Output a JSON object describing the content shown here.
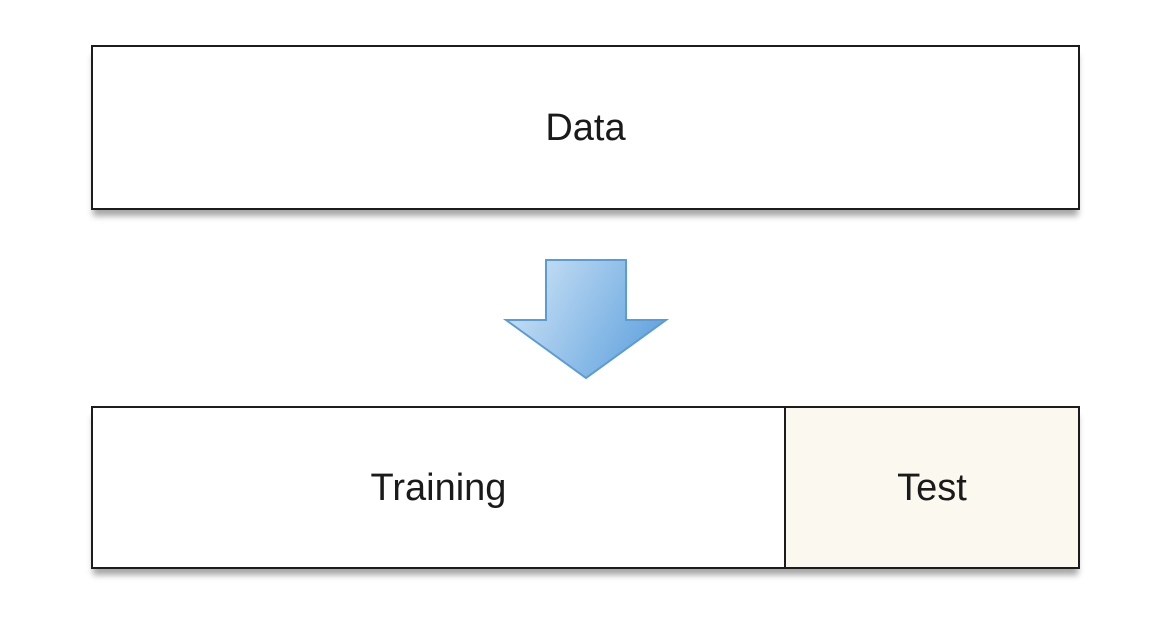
{
  "diagram": {
    "source_label": "Data",
    "training_label": "Training",
    "test_label": "Test"
  },
  "colors": {
    "box_border": "#1c1c1c",
    "box_fill": "#ffffff",
    "test_fill": "#fbf9ef",
    "arrow_fill_light": "#cfe4f7",
    "arrow_fill_dark": "#6aa8e0",
    "arrow_stroke": "#5b9bd6"
  },
  "arrow": {
    "icon": "down-arrow-icon"
  }
}
